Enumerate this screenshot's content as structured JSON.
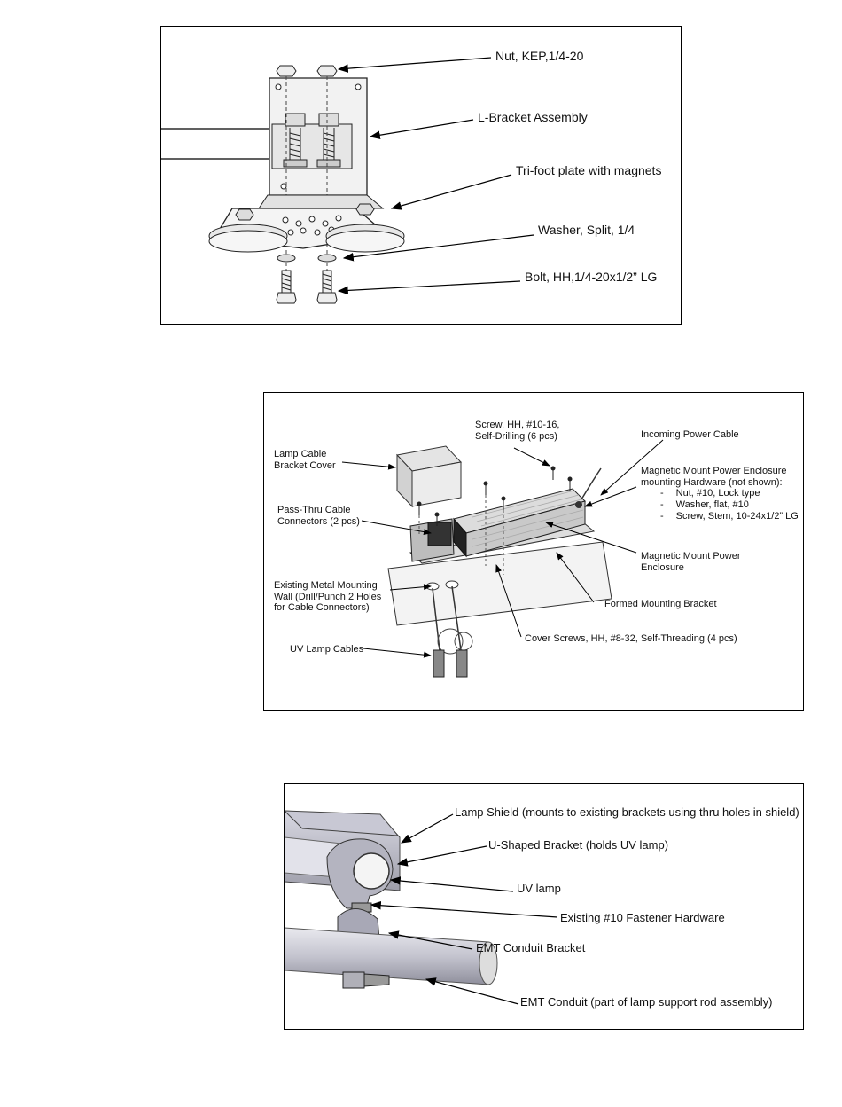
{
  "figure_1": {
    "callouts": {
      "nut": "Nut, KEP,1/4-20",
      "l_bracket": "L-Bracket Assembly",
      "tri_foot": "Tri-foot plate with magnets",
      "washer": "Washer, Split, 1/4",
      "bolt": "Bolt, HH,1/4-20x1/2” LG"
    }
  },
  "figure_2": {
    "callouts": {
      "screw_line1": "Screw, HH, #10-16,",
      "screw_line2": "Self-Drilling (6 pcs)",
      "incoming_power": "Incoming Power Cable",
      "cover_line1": "Lamp Cable",
      "cover_line2": "Bracket Cover",
      "hw_line1": "Magnetic Mount Power Enclosure",
      "hw_line2": "mounting Hardware (not shown):",
      "hw_items": [
        "Nut, #10, Lock type",
        "Washer, flat, #10",
        "Screw, Stem, 10-24x1/2” LG"
      ],
      "hw_bullet": "-",
      "passthru_line1": "Pass-Thru Cable",
      "passthru_line2": "Connectors (2 pcs)",
      "enclosure_line1": "Magnetic Mount Power",
      "enclosure_line2": "Enclosure",
      "wall_line1": "Existing Metal Mounting",
      "wall_line2": "Wall (Drill/Punch 2 Holes",
      "wall_line3": "for Cable Connectors)",
      "formed_bracket": "Formed Mounting Bracket",
      "cover_screws": "Cover Screws, HH, #8-32, Self-Threading (4 pcs)",
      "uv_cables": "UV Lamp Cables"
    }
  },
  "figure_3": {
    "callouts": {
      "lamp_shield": "Lamp Shield (mounts to existing brackets using thru holes in shield)",
      "u_bracket": "U-Shaped Bracket (holds UV lamp)",
      "uv_lamp": "UV lamp",
      "fastener": "Existing #10 Fastener Hardware",
      "emt_bracket": "EMT Conduit Bracket",
      "emt_conduit": "EMT Conduit (part of lamp support rod assembly)"
    }
  }
}
